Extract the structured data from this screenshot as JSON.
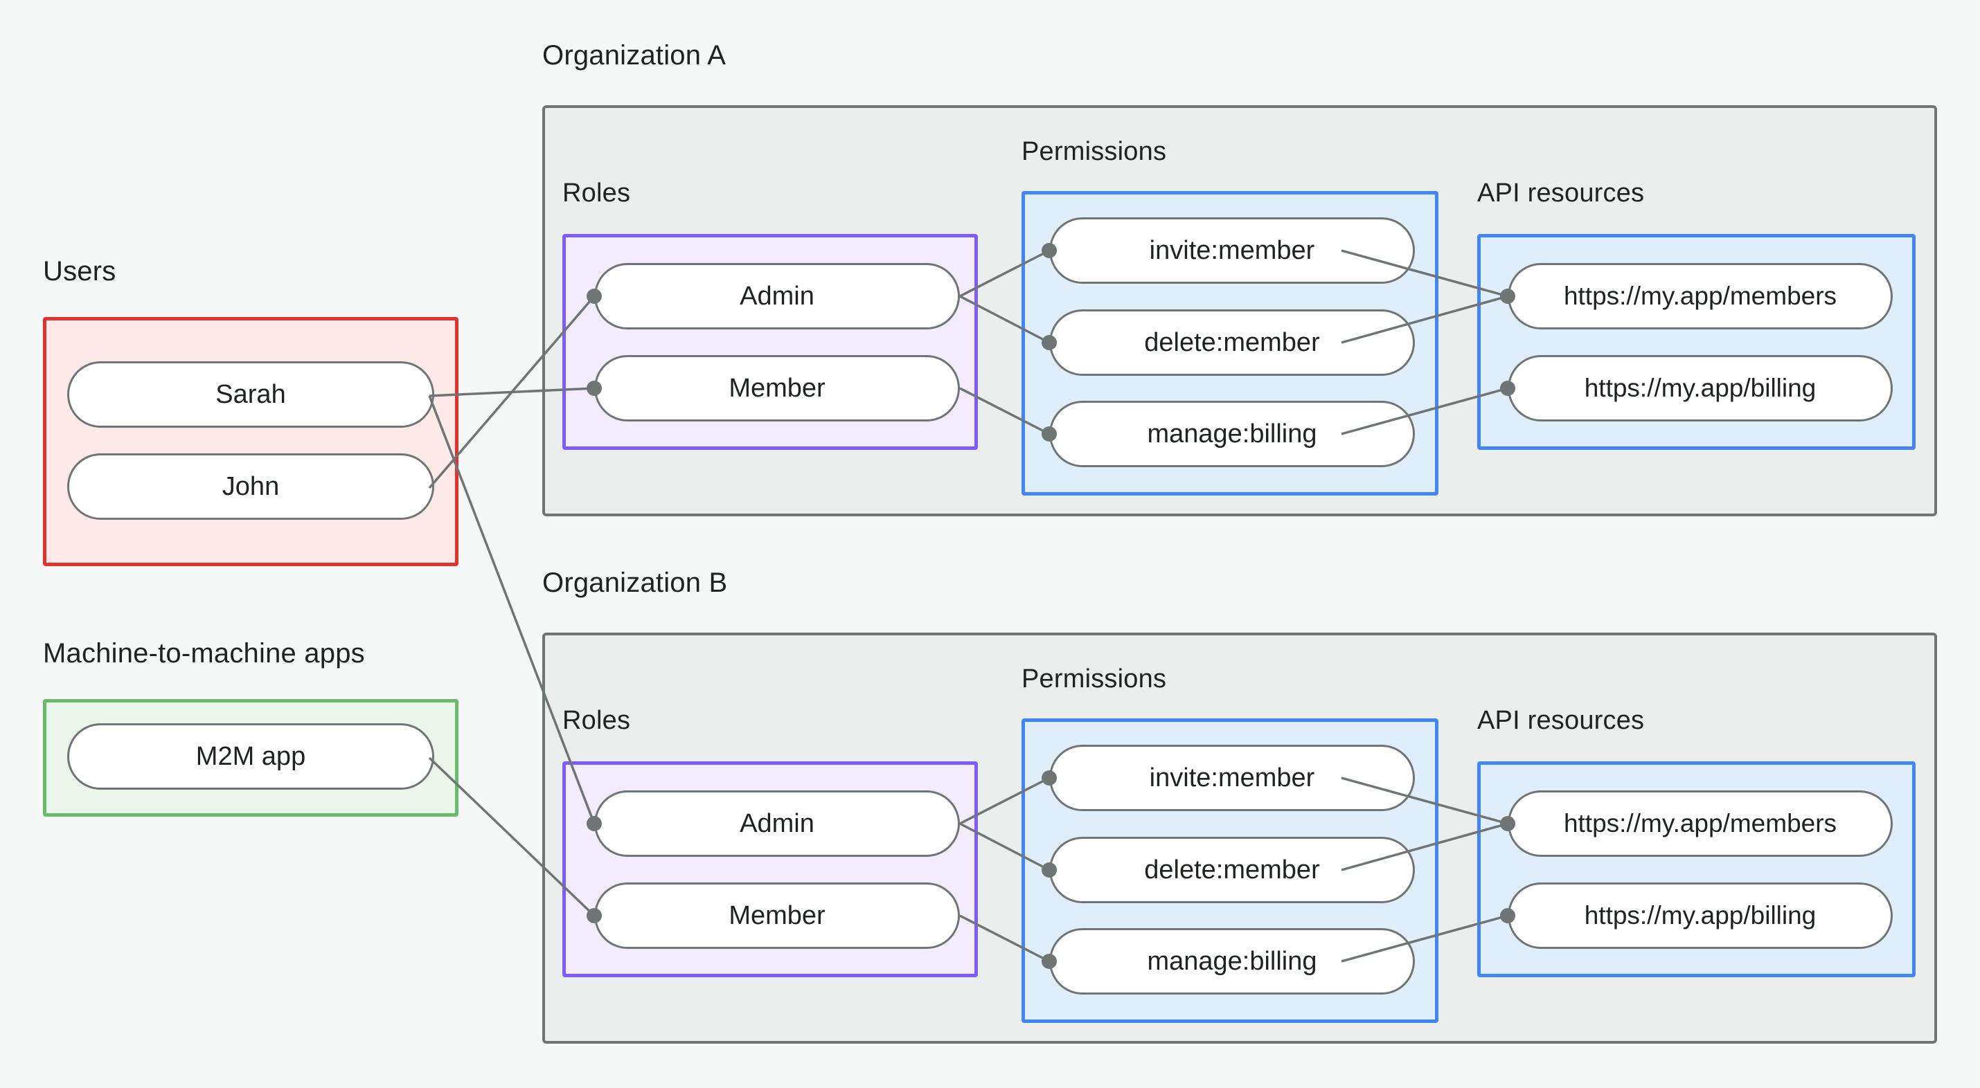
{
  "diagram": {
    "title_users": "Users",
    "title_m2m": "Machine-to-machine apps",
    "title_org_a": "Organization A",
    "title_org_b": "Organization B",
    "label_roles": "Roles",
    "label_permissions": "Permissions",
    "label_api_resources": "API resources"
  },
  "users": {
    "items": [
      {
        "label": "Sarah"
      },
      {
        "label": "John"
      }
    ]
  },
  "m2m": {
    "items": [
      {
        "label": "M2M app"
      }
    ]
  },
  "org_a": {
    "name": "Organization A",
    "roles": [
      {
        "label": "Admin"
      },
      {
        "label": "Member"
      }
    ],
    "permissions": [
      {
        "label": "invite:member"
      },
      {
        "label": "delete:member"
      },
      {
        "label": "manage:billing"
      }
    ],
    "api_resources": [
      {
        "label": "https://my.app/members"
      },
      {
        "label": "https://my.app/billing"
      }
    ]
  },
  "org_b": {
    "name": "Organization B",
    "roles": [
      {
        "label": "Admin"
      },
      {
        "label": "Member"
      }
    ],
    "permissions": [
      {
        "label": "invite:member"
      },
      {
        "label": "delete:member"
      },
      {
        "label": "manage:billing"
      }
    ],
    "api_resources": [
      {
        "label": "https://my.app/members"
      },
      {
        "label": "https://my.app/billing"
      }
    ]
  },
  "connections": [
    {
      "from": "Sarah",
      "to": "Organization A / Member"
    },
    {
      "from": "Sarah",
      "to": "Organization B / Admin"
    },
    {
      "from": "John",
      "to": "Organization A / Admin"
    },
    {
      "from": "M2M app",
      "to": "Organization B / Member"
    },
    {
      "from": "Organization A / Admin",
      "to": "Organization A / invite:member"
    },
    {
      "from": "Organization A / Admin",
      "to": "Organization A / delete:member"
    },
    {
      "from": "Organization A / Member",
      "to": "Organization A / manage:billing"
    },
    {
      "from": "Organization A / invite:member",
      "to": "Organization A / https://my.app/members"
    },
    {
      "from": "Organization A / delete:member",
      "to": "Organization A / https://my.app/members"
    },
    {
      "from": "Organization A / manage:billing",
      "to": "Organization A / https://my.app/billing"
    },
    {
      "from": "Organization B / Admin",
      "to": "Organization B / invite:member"
    },
    {
      "from": "Organization B / Admin",
      "to": "Organization B / delete:member"
    },
    {
      "from": "Organization B / Member",
      "to": "Organization B / manage:billing"
    },
    {
      "from": "Organization B / invite:member",
      "to": "Organization B / https://my.app/members"
    },
    {
      "from": "Organization B / delete:member",
      "to": "Organization B / https://my.app/members"
    },
    {
      "from": "Organization B / manage:billing",
      "to": "Organization B / https://my.app/billing"
    }
  ],
  "colors": {
    "page_background": "#f6f8f8",
    "users_border": "#e0342c",
    "users_fill": "#fdeae8",
    "m2m_border": "#67bb6a",
    "m2m_fill": "#e9f6e9",
    "roles_border": "#7c5cfc",
    "roles_fill": "#f3ecfe",
    "blue_border": "#4285f4",
    "blue_fill": "#e0eefc",
    "org_border": "#6f7574",
    "org_fill": "#eceeed",
    "node_border": "#6f7574",
    "node_fill": "#ffffff",
    "edge": "#6f7574",
    "text": "#1f2320"
  }
}
